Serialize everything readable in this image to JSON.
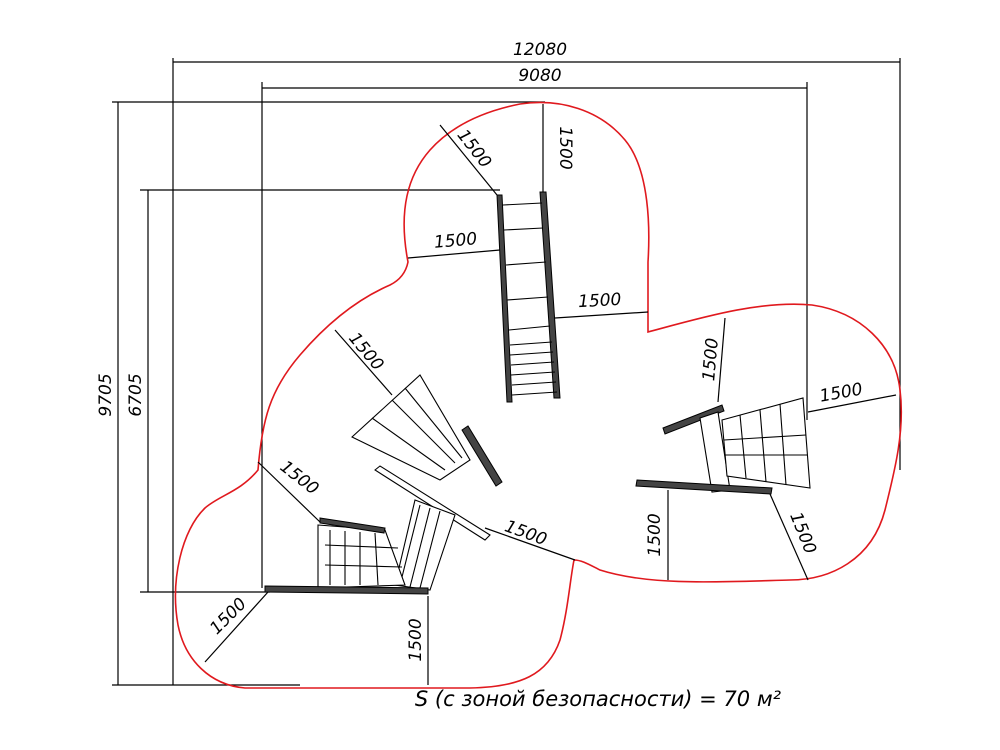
{
  "dimensions": {
    "overall_width": "12080",
    "inner_width": "9080",
    "overall_height": "9705",
    "inner_height": "6705"
  },
  "safety_zone_label": "1500",
  "area_caption": "S (с зоной безопасности) = 70 м²",
  "colors": {
    "safety_zone": "#e0191e",
    "lines": "#000000"
  }
}
